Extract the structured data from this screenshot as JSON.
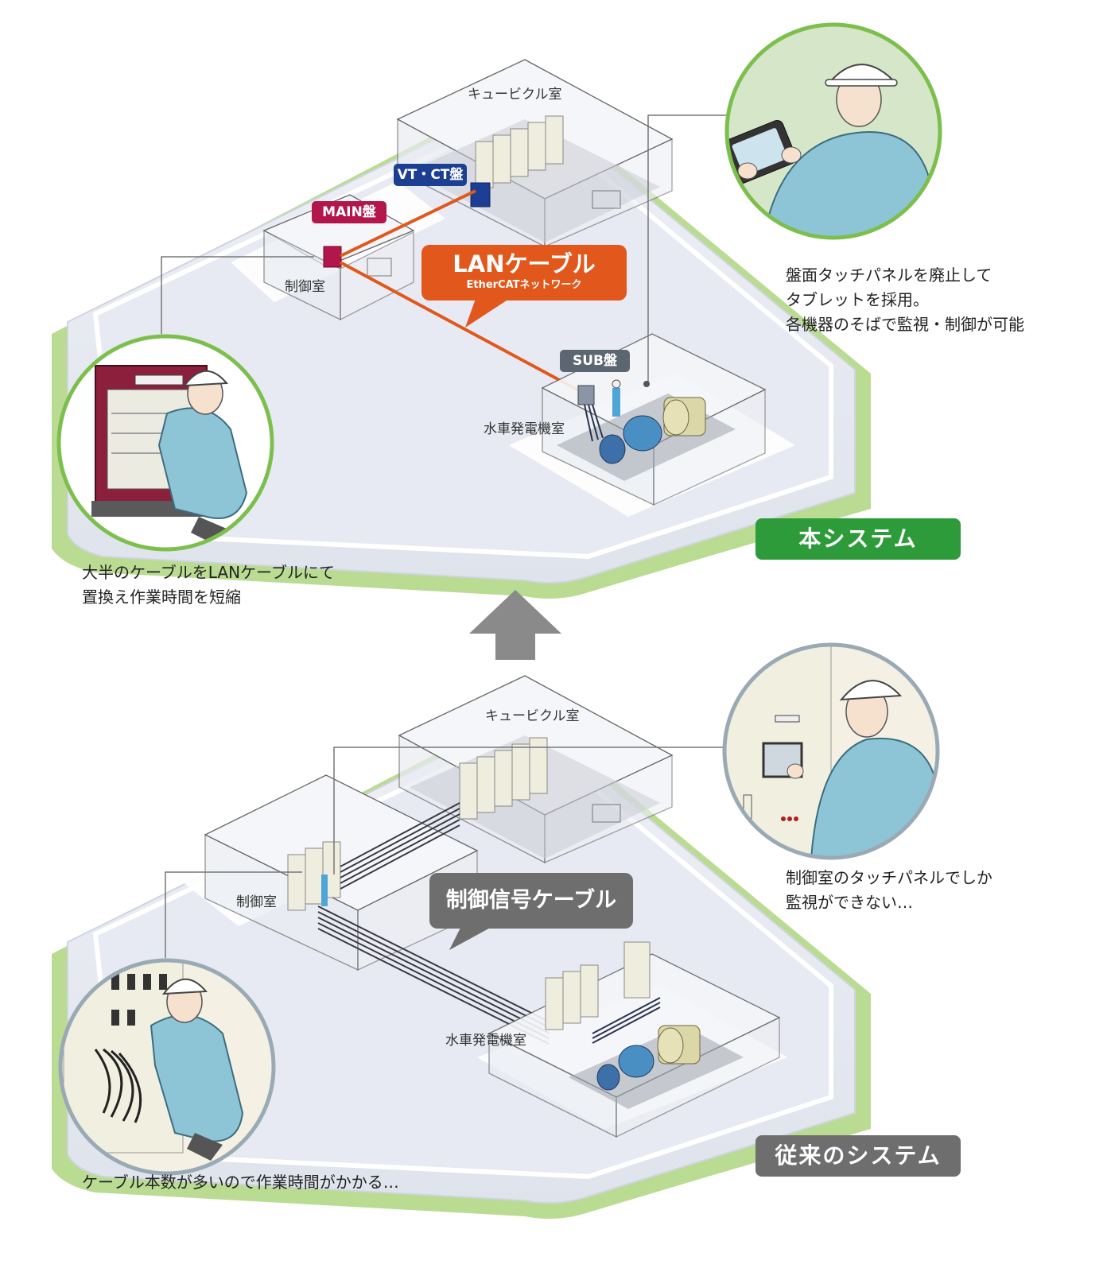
{
  "colors": {
    "green_badge": "#2e9b3a",
    "gray_badge": "#6e6e6e",
    "lan_orange": "#e2571c",
    "main_tag": "#b3164a",
    "vtct_tag": "#1c3f94",
    "sub_tag": "#5c6670",
    "floor_green": "#b9dc92",
    "circle_border": "#7dbf4d",
    "circle_border_gray": "#9aaab5"
  },
  "new_system": {
    "badge": "本システム",
    "rooms": {
      "cubicle": "キュービクル室",
      "control": "制御室",
      "turbine": "水車発電機室"
    },
    "tags": {
      "vtct": "VT・CT盤",
      "main": "MAIN盤",
      "sub": "SUB盤"
    },
    "bubble": {
      "title": "LANケーブル",
      "subtitle": "EtherCATネットワーク"
    },
    "caption_right": "盤面タッチパネルを廃止して\nタブレットを採用。\n各機器のそばで監視・制御が可能",
    "caption_left": "大半のケーブルをLANケーブルにて\n置換え作業時間を短縮",
    "icons": [
      "worker-with-tablet",
      "worker-at-panel",
      "arrow-up"
    ]
  },
  "old_system": {
    "badge": "従来のシステム",
    "rooms": {
      "cubicle": "キュービクル室",
      "control": "制御室",
      "turbine": "水車発電機室"
    },
    "bubble": {
      "title": "制御信号ケーブル"
    },
    "caption_right": "制御室のタッチパネルでしか\n監視ができない…",
    "caption_left": "ケーブル本数が多いので作業時間がかかる…",
    "icons": [
      "worker-at-touch-panel",
      "worker-wiring-cables"
    ]
  }
}
